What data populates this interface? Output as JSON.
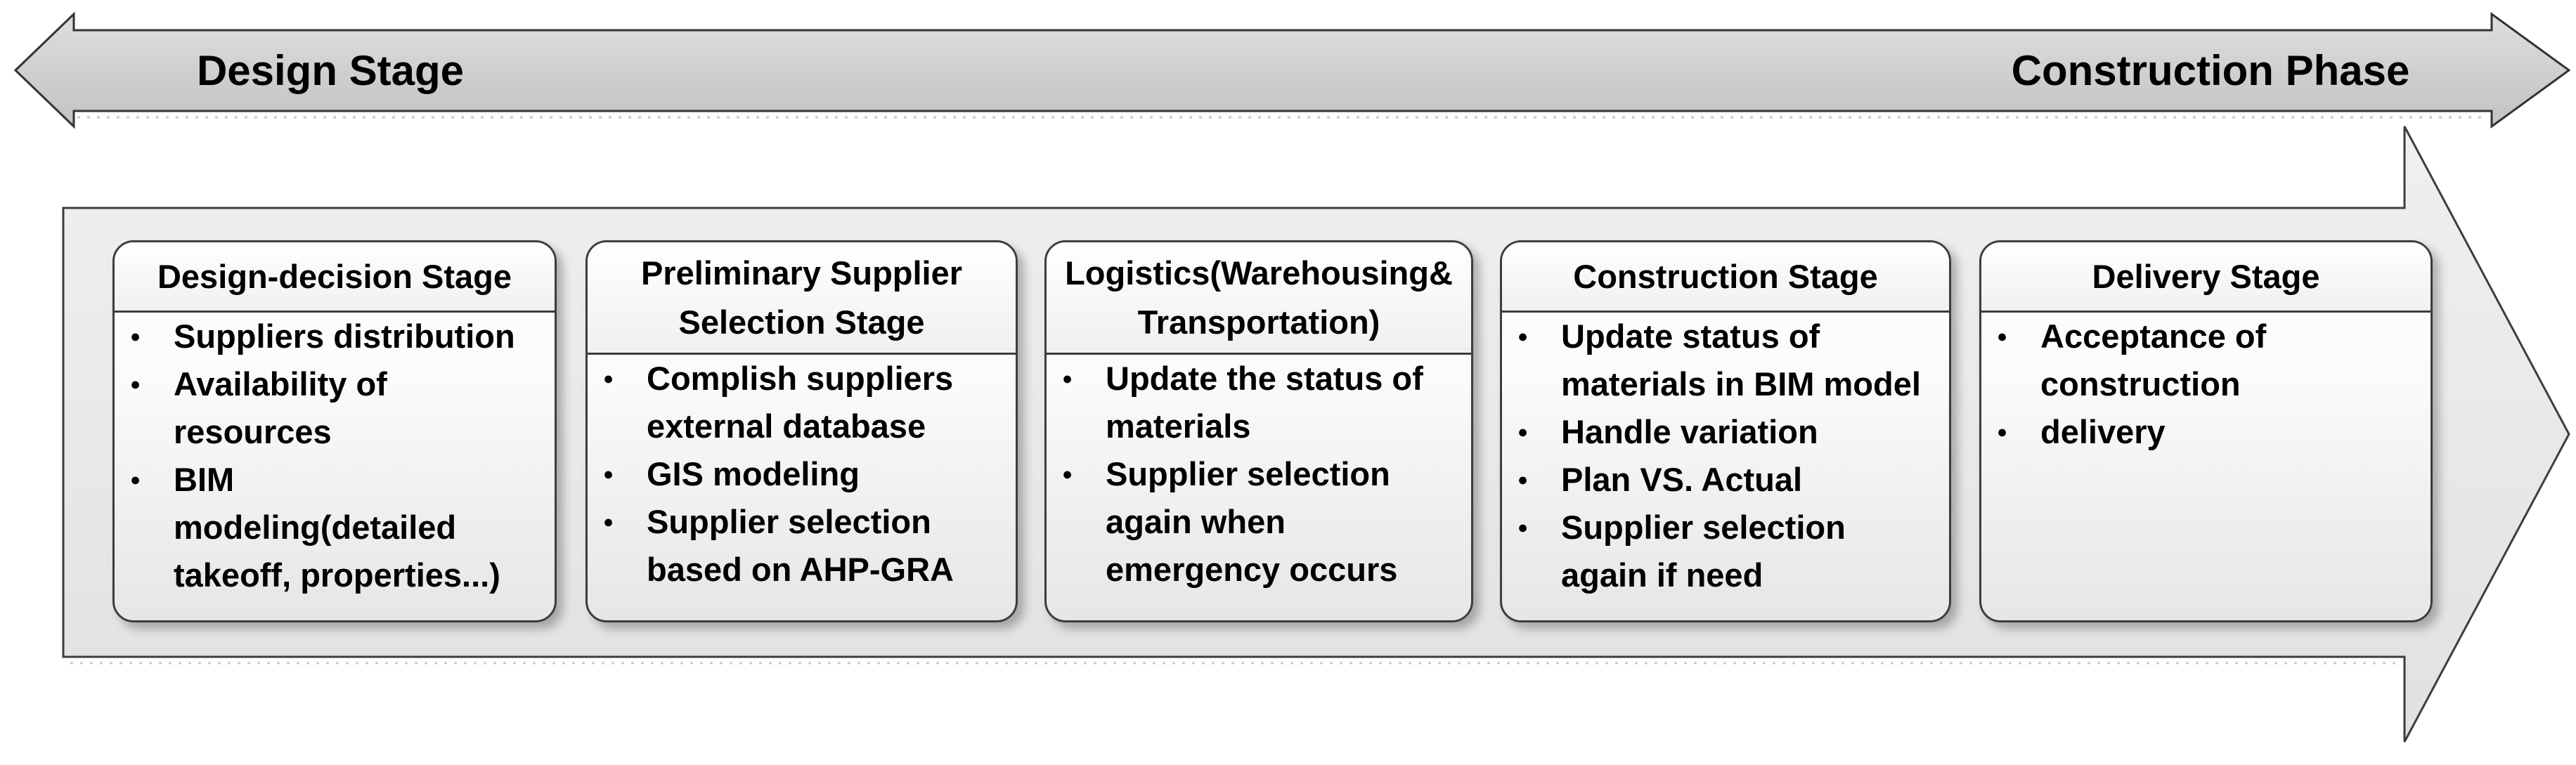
{
  "timeline": {
    "left_label": "Design Stage",
    "right_label": "Construction Phase"
  },
  "stage_boxes": [
    {
      "title": "Design-decision Stage",
      "bullets": [
        "Suppliers distribution",
        "Availability of\nresources",
        "BIM\nmodeling(detailed\ntakeoff, properties...)"
      ]
    },
    {
      "title": "Preliminary Supplier\nSelection Stage",
      "bullets": [
        "Complish suppliers\nexternal database",
        "GIS modeling",
        "Supplier selection\nbased on AHP-GRA"
      ]
    },
    {
      "title": "Logistics(Warehousing&\nTransportation)",
      "bullets": [
        "Update the status of\nmaterials",
        "Supplier selection\nagain when\nemergency occurs"
      ]
    },
    {
      "title": "Construction Stage",
      "bullets": [
        "Update status of\nmaterials in BIM model",
        "Handle variation",
        "Plan VS. Actual",
        "Supplier selection\nagain if need"
      ]
    },
    {
      "title": "Delivery Stage",
      "bullets": [
        "Acceptance of\nconstruction",
        "delivery"
      ]
    }
  ],
  "colors": {
    "border_dark": "#3d3d3d",
    "timeline_arrow_fill_top": "#dedede",
    "timeline_arrow_fill_bottom": "#c2c2c2",
    "process_arrow_fill_top": "#f0f0f0",
    "process_arrow_fill_bottom": "#e1e1e1",
    "box_fill_top": "#ffffff",
    "box_fill_bottom": "#e6e6e6",
    "text": "#000000"
  }
}
